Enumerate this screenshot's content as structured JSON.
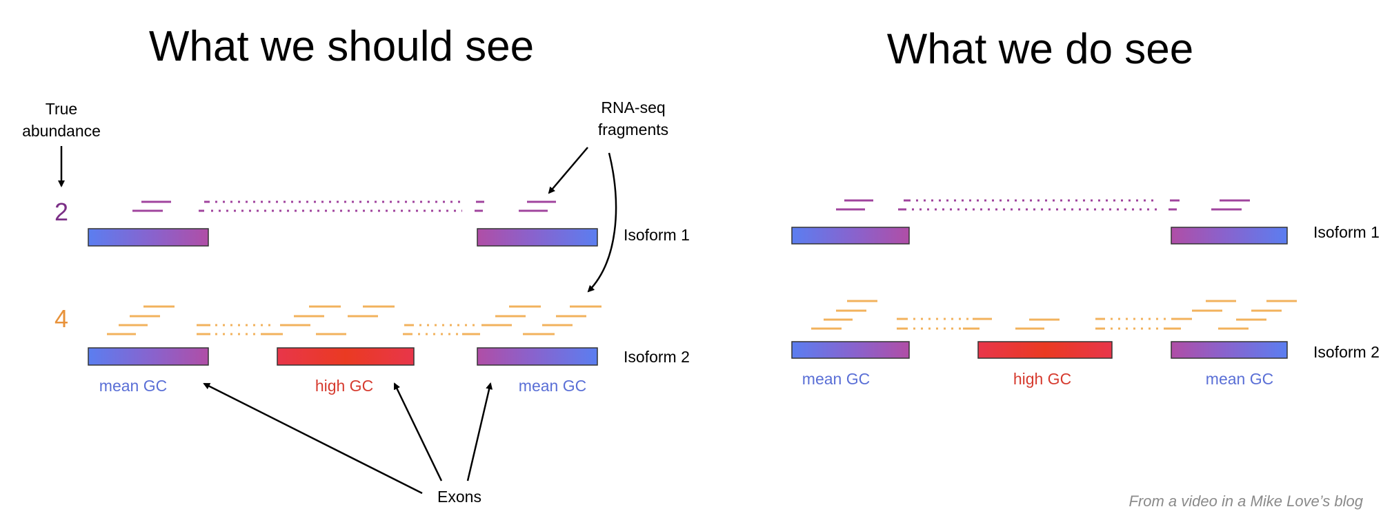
{
  "titles": {
    "left": "What we should see",
    "right": "What we do see"
  },
  "labels": {
    "true_abundance_line1": "True",
    "true_abundance_line2": "abundance",
    "rnaseq_line1": "RNA-seq",
    "rnaseq_line2": "fragments",
    "isoform1": "Isoform 1",
    "isoform2": "Isoform 2",
    "exons": "Exons",
    "mean_gc": "mean GC",
    "high_gc": "high GC",
    "credit": "From a video in a Mike Love’s blog"
  },
  "abundance": {
    "isoform1": "2",
    "isoform2": "4"
  },
  "colors": {
    "isoform1_fragments": "#a0449e",
    "isoform2_fragments": "#f2b25c",
    "count1": "#7b2f86",
    "count2": "#e8923a",
    "mean_gc": "#5a6fd6",
    "high_gc": "#d63b2f",
    "exon_blue": "#5b7ef0",
    "exon_purple": "#b04ea6",
    "exon_red": "#e8382c"
  }
}
